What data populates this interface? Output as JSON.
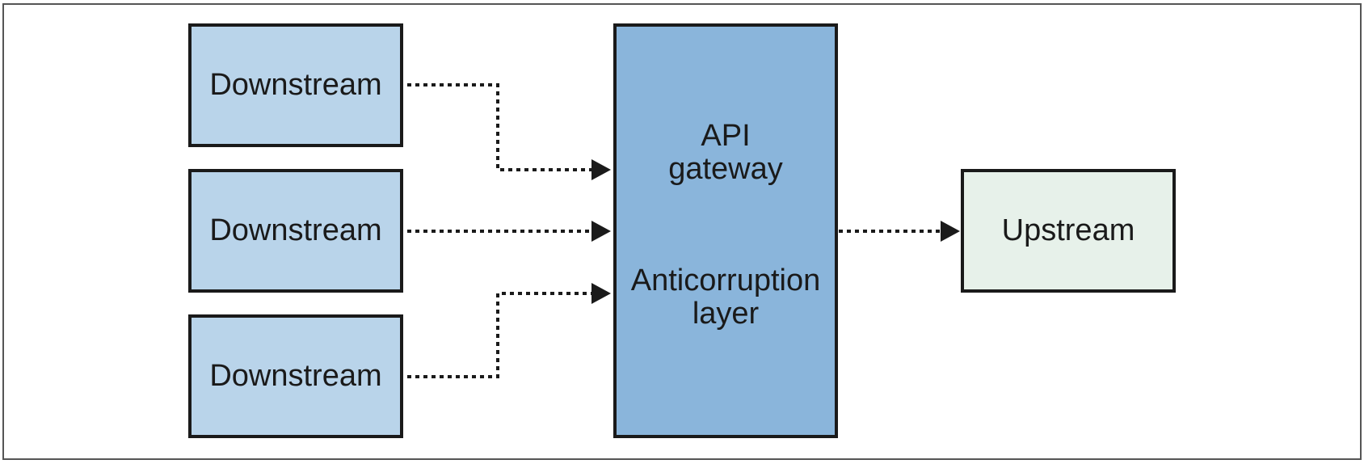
{
  "diagram": {
    "downstream_1": {
      "label": "Downstream"
    },
    "downstream_2": {
      "label": "Downstream"
    },
    "downstream_3": {
      "label": "Downstream"
    },
    "gateway": {
      "line_1": "API",
      "line_2": "gateway",
      "line_3": "Anticorruption",
      "line_4": "layer"
    },
    "upstream": {
      "label": "Upstream"
    }
  },
  "colors": {
    "downstream_fill": "#b9d4ea",
    "gateway_fill": "#8ab5db",
    "upstream_fill": "#e7f1ea",
    "stroke": "#1a1a1a",
    "frame": "#555555"
  }
}
